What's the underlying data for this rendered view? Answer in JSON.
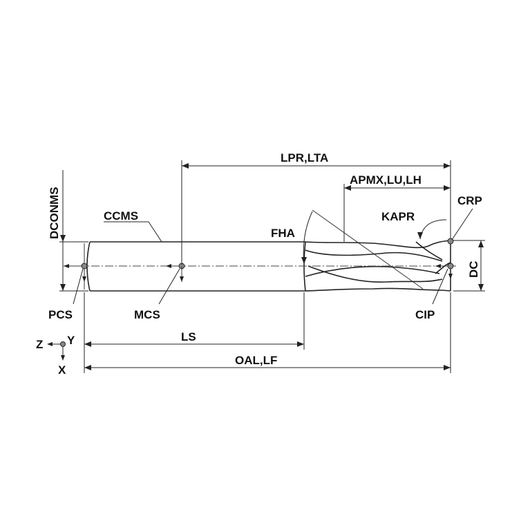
{
  "labels": {
    "lpr_lta": "LPR,LTA",
    "apmx_lu_lh": "APMX,LU,LH",
    "dconms": "DCONMS",
    "ccms": "CCMS",
    "fha": "FHA",
    "kapr": "KAPR",
    "crp": "CRP",
    "dc": "DC",
    "pcs": "PCS",
    "mcs": "MCS",
    "cip": "CIP",
    "ls": "LS",
    "oal_lf": "OAL,LF",
    "axis_z": "Z",
    "axis_y": "Y",
    "axis_x": "X"
  },
  "colors": {
    "line": "#222222",
    "text": "#111111",
    "background": "#ffffff"
  }
}
